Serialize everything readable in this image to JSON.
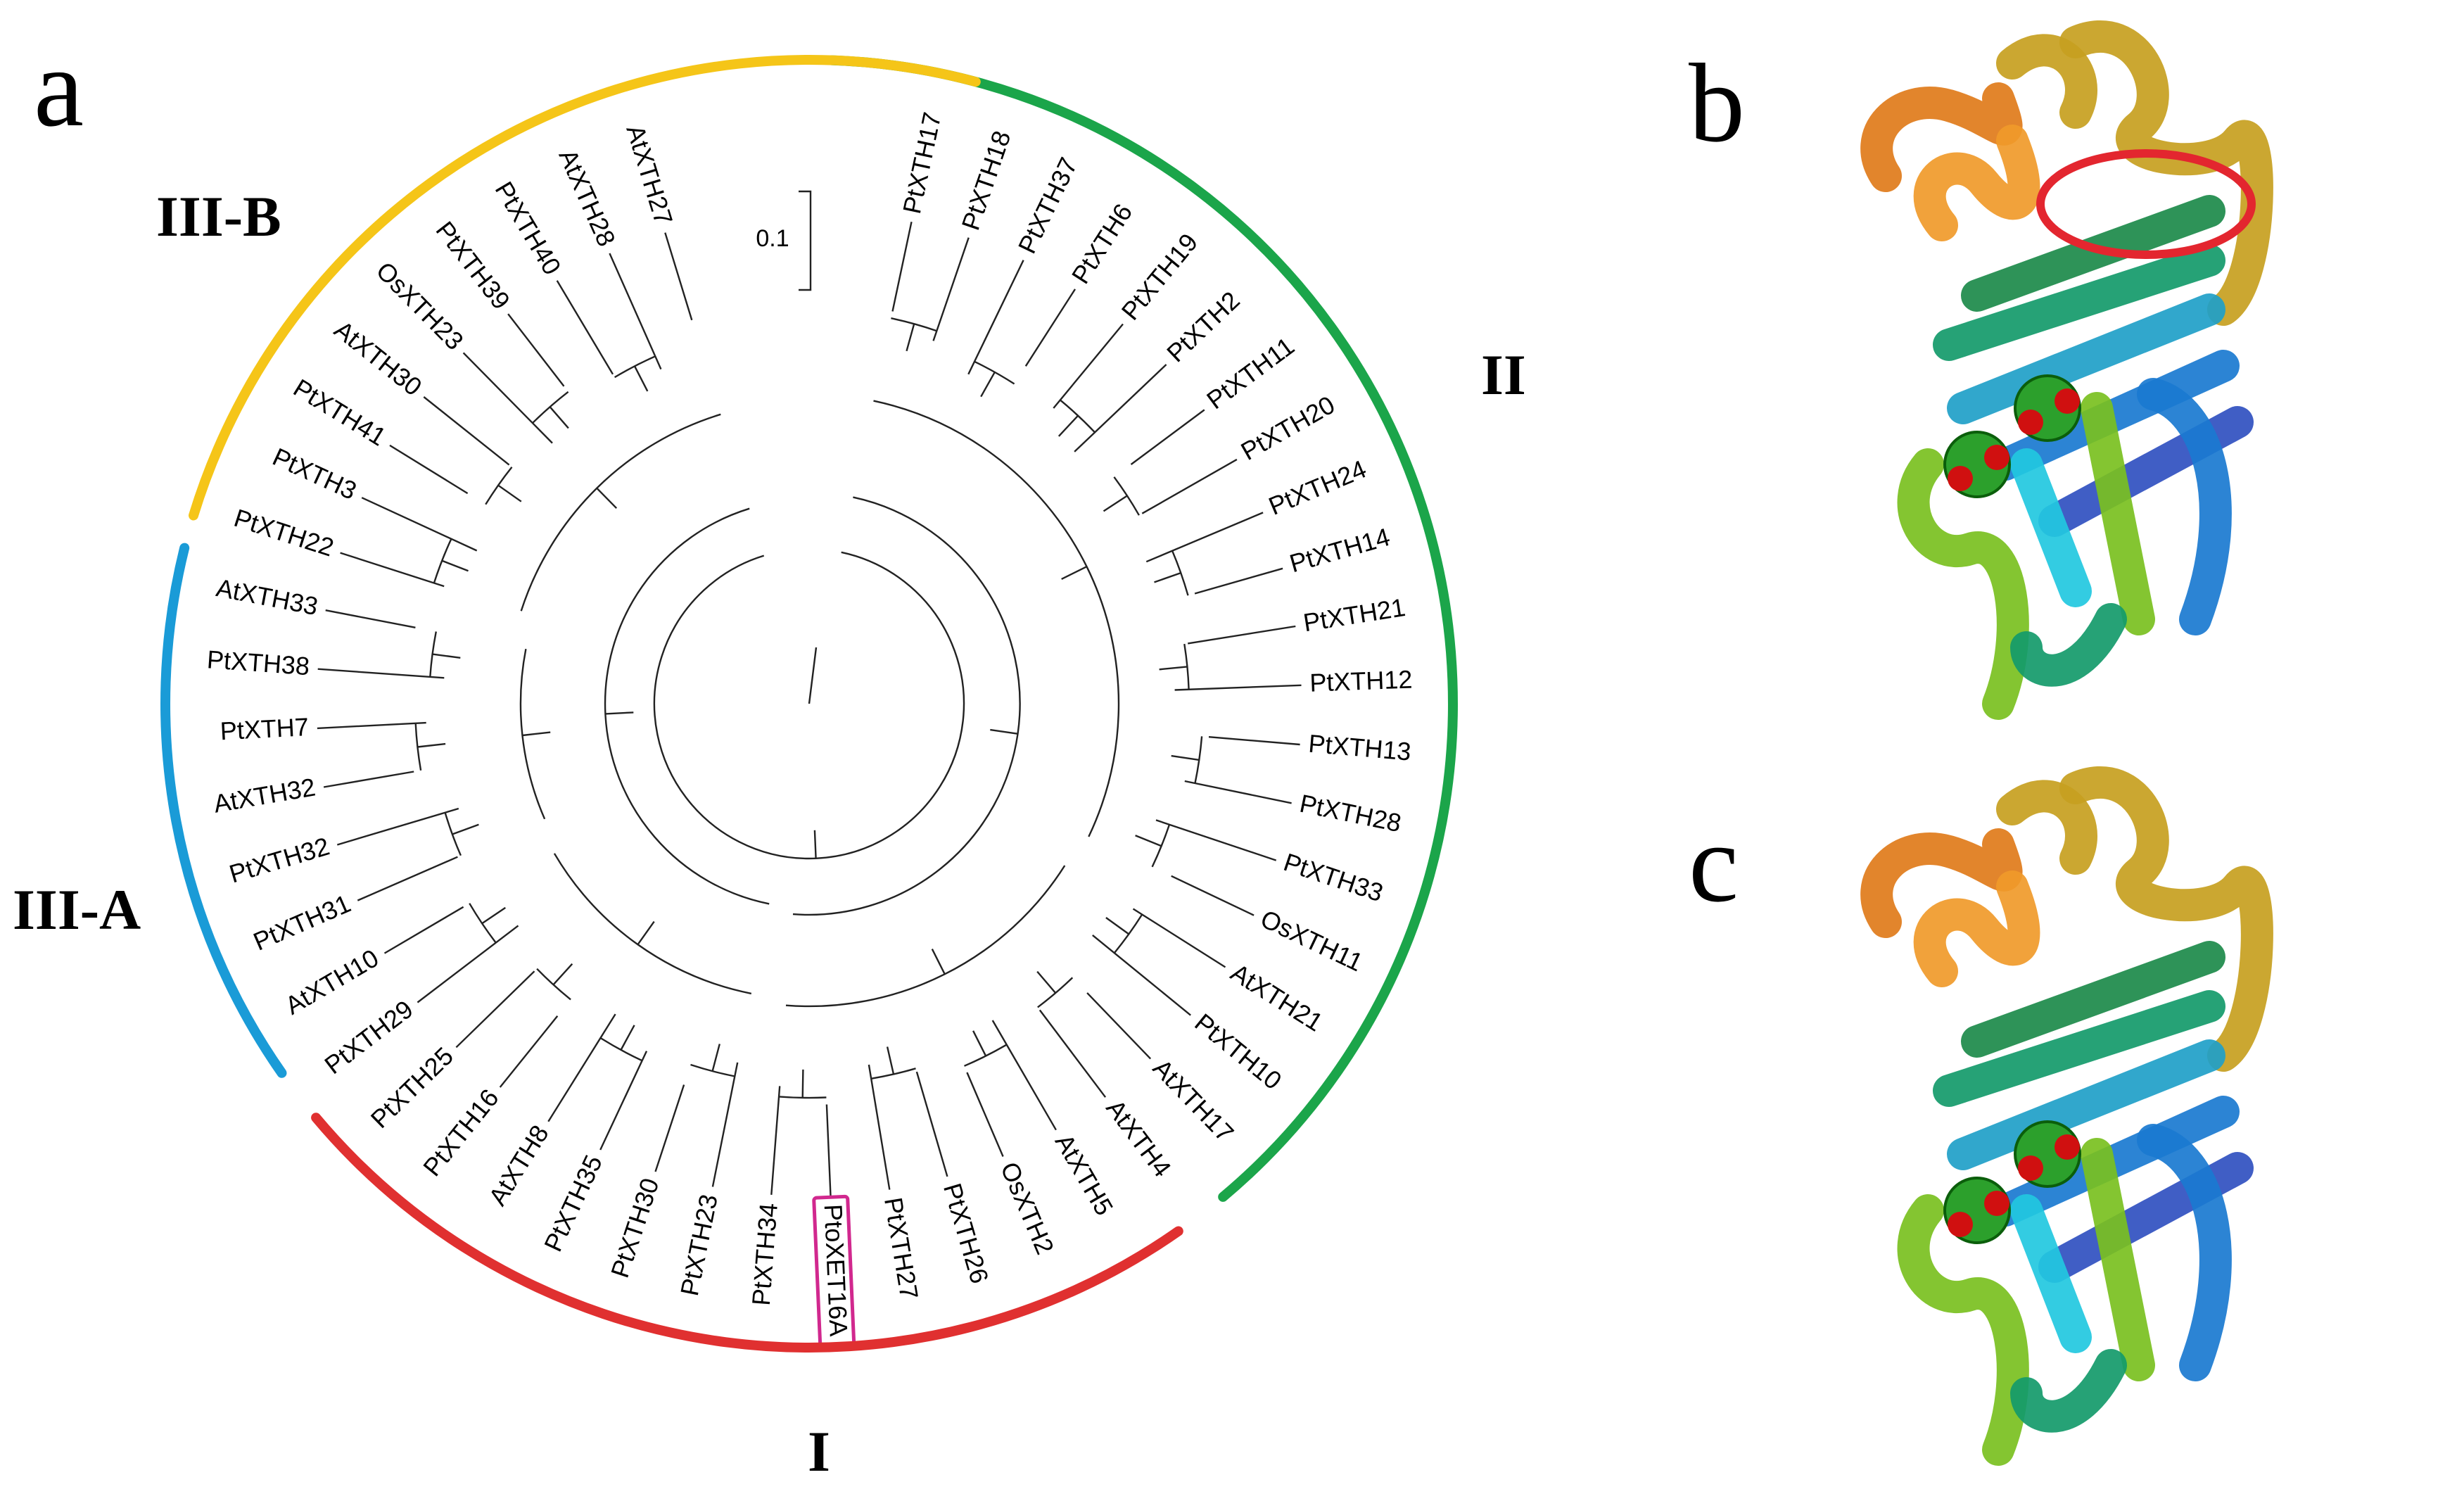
{
  "panels": {
    "a": "a",
    "b": "b",
    "c": "c"
  },
  "scale_bar_label": "0.1",
  "clades": [
    {
      "id": "I",
      "label": "I",
      "color": "#e03030"
    },
    {
      "id": "II",
      "label": "II",
      "color": "#1ba54a"
    },
    {
      "id": "IIIA",
      "label": "III-A",
      "color": "#1a9bd7"
    },
    {
      "id": "IIIB",
      "label": "III-B",
      "color": "#f5c518"
    }
  ],
  "highlight_color": "#d1288e",
  "highlighted_leaf": "PtoXET16A",
  "leaves": [
    "PtXTH17",
    "PtXTH18",
    "PtXTH37",
    "PtXTH6",
    "PtXTH19",
    "PtXTH2",
    "PtXTH11",
    "PtXTH20",
    "PtXTH24",
    "PtXTH14",
    "PtXTH21",
    "PtXTH12",
    "PtXTH13",
    "PtXTH28",
    "PtXTH33",
    "OsXTH11",
    "AtXTH21",
    "PtXTH10",
    "AtXTH17",
    "AtXTH4",
    "AtXTH5",
    "OsXTH2",
    "PtXTH26",
    "PtXTH27",
    "PtoXET16A",
    "PtXTH34",
    "PtXTH23",
    "PtXTH30",
    "PtXTH35",
    "AtXTH8",
    "PtXTH16",
    "PtXTH25",
    "PtXTH29",
    "AtXTH10",
    "PtXTH31",
    "PtXTH32",
    "AtXTH32",
    "PtXTH7",
    "PtXTH38",
    "AtXTH33",
    "PtXTH22",
    "PtXTH3",
    "PtXTH41",
    "AtXTH30",
    "OsXTH23",
    "PtXTH39",
    "PtXTH40",
    "AtXTH28",
    "AtXTH27"
  ],
  "structure_colors": [
    "#e07b1a",
    "#f09a2a",
    "#c7a020",
    "#1c8a4a",
    "#149a6a",
    "#1fa0c8",
    "#1a7ad0",
    "#3050c0",
    "#7ac020",
    "#22c8e0"
  ]
}
